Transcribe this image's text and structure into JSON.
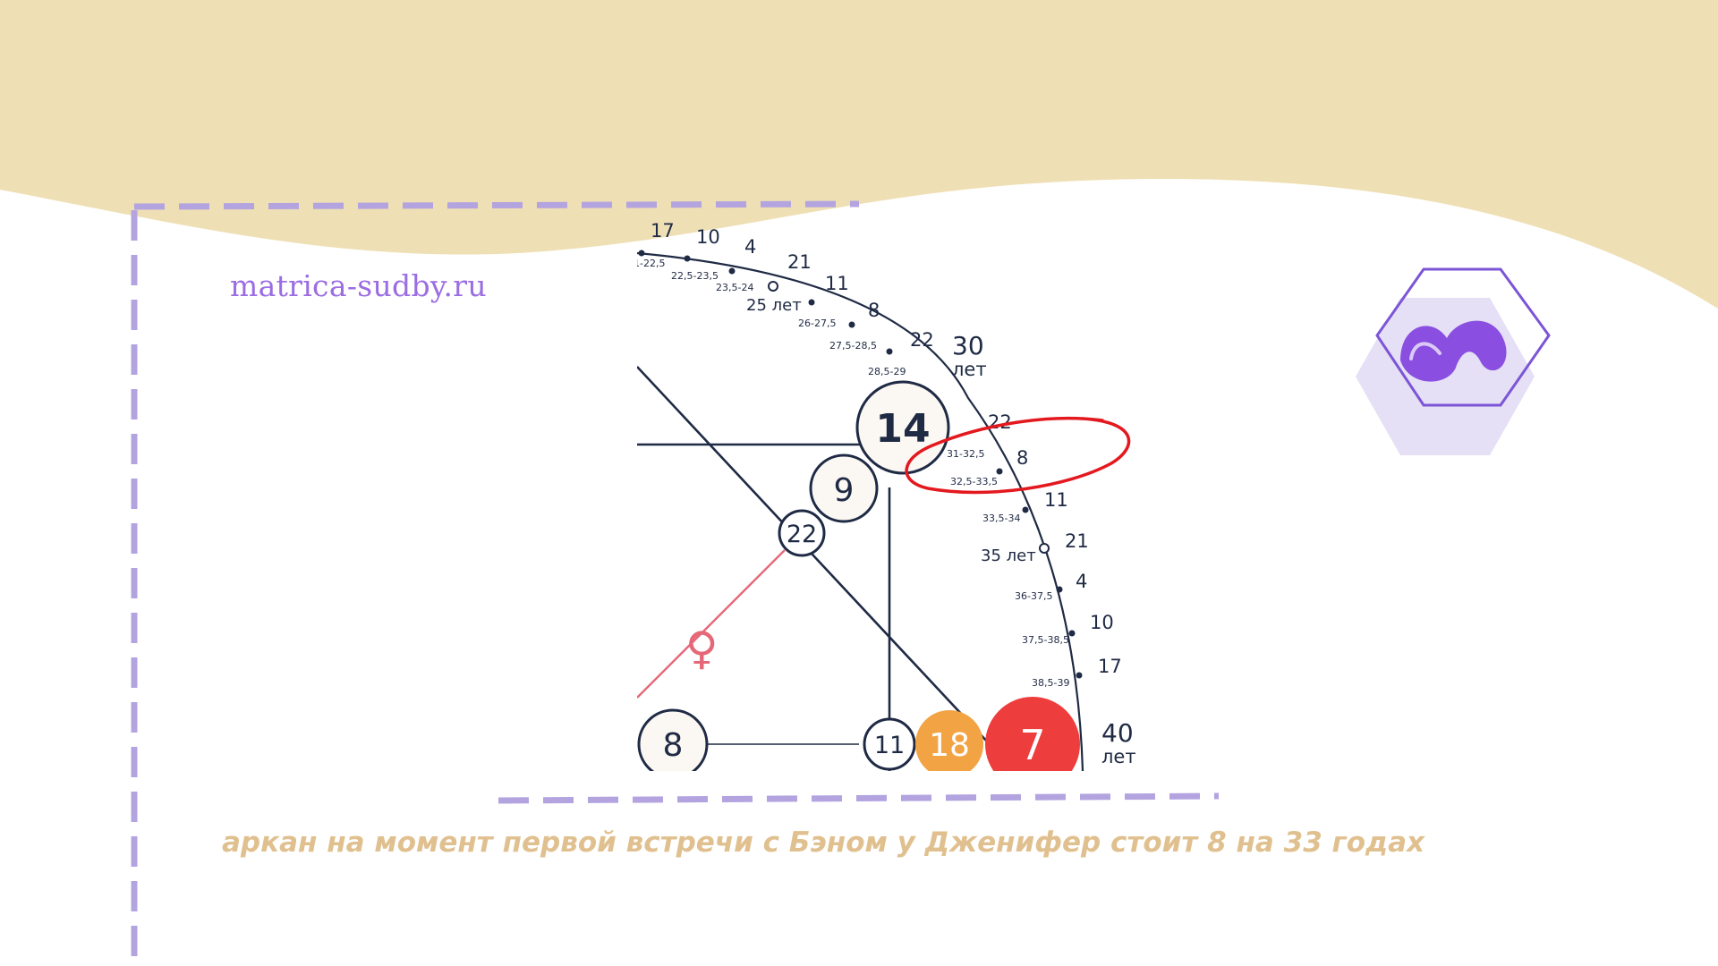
{
  "site_link": "matrica-sudby.ru",
  "caption": "аркан на момент первой встречи с Бэном у Дженифер стоит 8 на 33 годах",
  "colors": {
    "background_wave": "#efdfb4",
    "frame_dash": "#b3a4e0",
    "link": "#9b6de3",
    "caption": "#e0c08f",
    "highlight_ellipse": "#e3191f",
    "venus_line": "#e56878",
    "orange_circle": "#f2a444",
    "red_circle": "#ee3d3d",
    "navy": "#1f2a44"
  },
  "matrix": {
    "outer_arcana": [
      {
        "value": "17"
      },
      {
        "value": "10"
      },
      {
        "value": "4"
      },
      {
        "value": "21"
      },
      {
        "value": "11"
      },
      {
        "value": "8"
      },
      {
        "value": "22"
      },
      {
        "value": "22"
      },
      {
        "value": "8"
      },
      {
        "value": "11"
      },
      {
        "value": "21"
      },
      {
        "value": "4"
      },
      {
        "value": "10"
      },
      {
        "value": "17"
      }
    ],
    "age_ranges": [
      "1-22,5",
      "22,5-23,5",
      "23,5-24",
      "26-27,5",
      "27,5-28,5",
      "28,5-29",
      "31-32,5",
      "32,5-33,5",
      "33,5-34",
      "36-37,5",
      "37,5-38,5",
      "38,5-39"
    ],
    "age_marks": [
      "25 лет",
      "35 лет"
    ],
    "milestones": [
      {
        "number": "30",
        "unit": "лет"
      },
      {
        "number": "40",
        "unit": "лет"
      }
    ],
    "circles": {
      "c14": "14",
      "c9": "9",
      "c22": "22",
      "c8": "8",
      "c11": "11",
      "c18": "18",
      "c7": "7"
    },
    "venus_symbol": "♀",
    "highlighted_value": "8"
  },
  "logo_icon": "hexagon-brand-logo"
}
